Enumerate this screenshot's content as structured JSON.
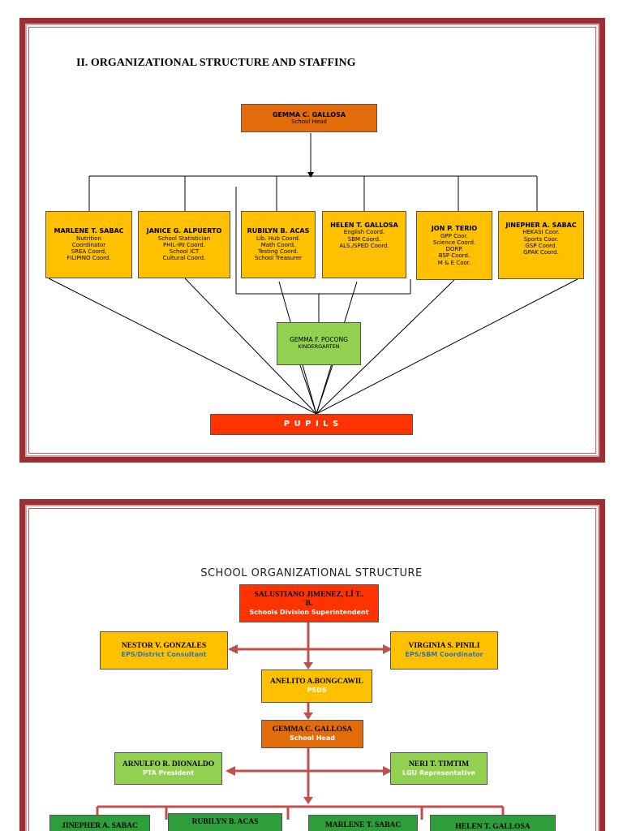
{
  "section1": {
    "heading": "II.    ORGANIZATIONAL STRUCTURE AND STAFFING",
    "head": {
      "name": "GEMMA C. GALLOSA",
      "role": "School Head"
    },
    "coordinators": [
      {
        "name": "MARLENE T. SABAC",
        "roles": [
          "Nutrition",
          "Coordinator",
          "SREA Coord,",
          "FILIPINO Coord."
        ]
      },
      {
        "name": "JANICE G. ALPUERTO",
        "roles": [
          "School Statistician",
          "PHIL-IRI Coord.",
          "School ICT",
          "Cultural Coord."
        ]
      },
      {
        "name": "RUBILYN B. ACAS",
        "roles": [
          "Lib. Hub Coord.",
          "Math Coord.",
          "Testing Coord.",
          "School Treasurer"
        ]
      },
      {
        "name": "HELEN T. GALLOSA",
        "roles": [
          "English Coord.",
          "SBM Coord.",
          "ALS./SPED Coord."
        ]
      },
      {
        "name": "JON P. TERIO",
        "roles": [
          "GPP Coor.",
          "Science Coord.",
          "DORP.",
          "BSP Coord.",
          "M & E Coor."
        ]
      },
      {
        "name": "JINEPHER A. SABAC",
        "roles": [
          "HEKASI Coor.",
          "Sports Coor.",
          "GSP Coord.",
          "GPAK Coord."
        ]
      }
    ],
    "kinder": {
      "name": "GEMMA F. POCONG",
      "role": "KINDERGARTEN"
    },
    "pupils": "P U P I L S"
  },
  "section2": {
    "heading": "SCHOOL ORGANIZATIONAL STRUCTURE",
    "superintendent": {
      "name": "SALUSTIANO JIMENEZ, LÎ T..",
      "name2": "B.",
      "role": "Schools Division Superintendent"
    },
    "eps_left": {
      "name": "NESTOR V. GONZALES",
      "role": "EPS/District Consultant"
    },
    "eps_right": {
      "name": "VIRGINIA S. PINILI",
      "role": "EPS/SBM Coordinator"
    },
    "psds": {
      "name": "ANELITO A.BONGCAWIL",
      "role": "PSDS"
    },
    "head": {
      "name": "GEMMA C. GALLOSA",
      "role": "School Head"
    },
    "pta": {
      "name": "ARNULFO R. DIONALDO",
      "role": "PTA President"
    },
    "lgu": {
      "name": "NERI T. TIMTIM",
      "role": "LGU Representative"
    },
    "bottom": [
      "JINEPHER A. SABAC",
      "RUBILYN B. ACAS",
      "MARLENE T. SABAC",
      "HELEN T. GALLOSA"
    ]
  }
}
